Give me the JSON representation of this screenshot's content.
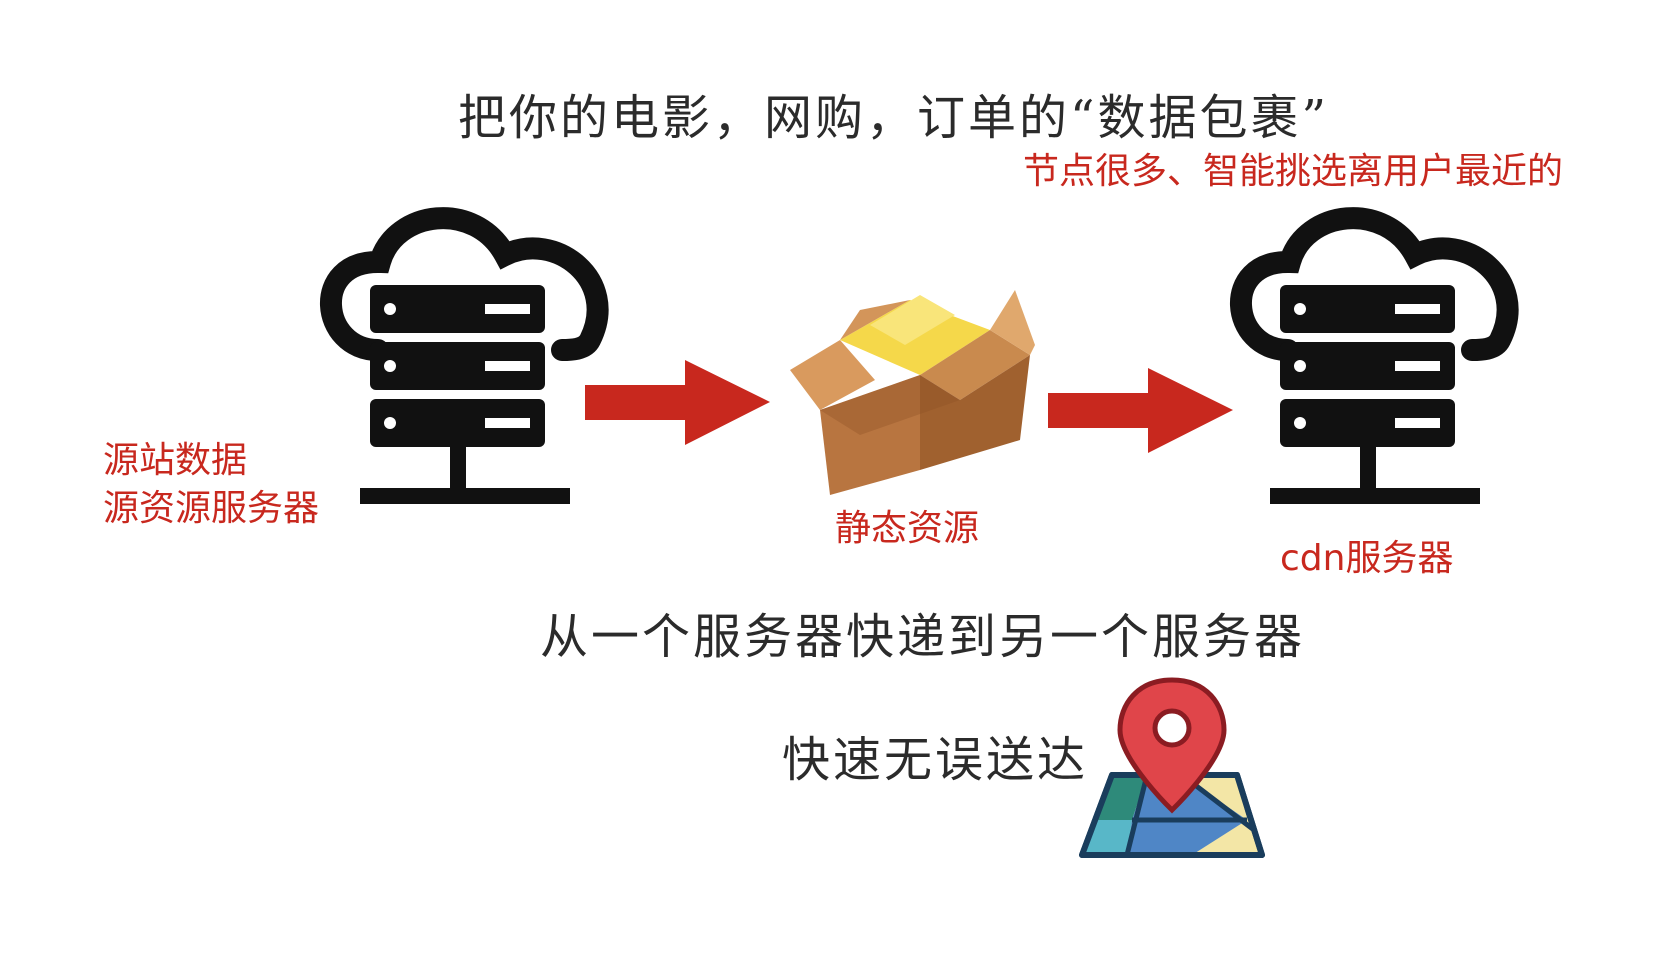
{
  "header": {
    "title": "把你的电影，网购，订单的“数据包裹”",
    "note": "节点很多、智能挑选离用户最近的"
  },
  "nodes": {
    "origin": {
      "line1": "源站数据",
      "line2": "源资源服务器",
      "icon": "cloud-server-icon"
    },
    "package": {
      "label": "静态资源",
      "icon": "open-box-icon"
    },
    "cdn": {
      "label": "cdn服务器",
      "icon": "cloud-server-icon"
    }
  },
  "captions": {
    "transfer": "从一个服务器快递到另一个服务器",
    "delivery": "快速无误送达"
  },
  "icons": {
    "arrow": "right-arrow-icon",
    "map": "map-pin-icon"
  },
  "colors": {
    "accent_red": "#c8281e",
    "icon_black": "#111111",
    "box_tan": "#c98a4e",
    "box_yellow": "#f5d84a"
  }
}
